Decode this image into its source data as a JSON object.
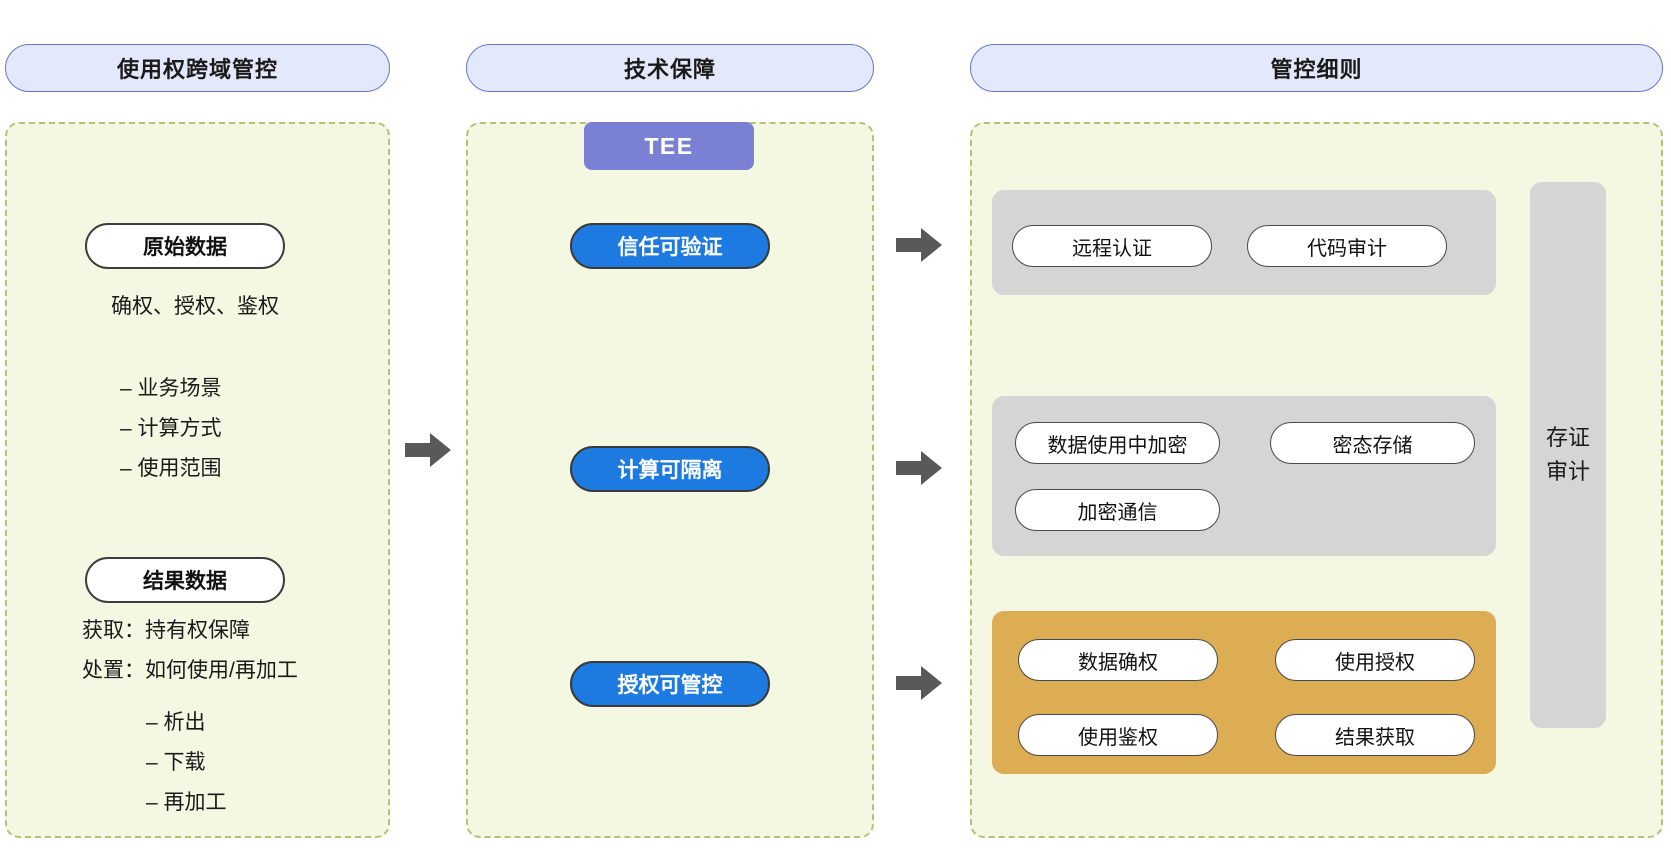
{
  "columns": {
    "left_header": "使用权跨域管控",
    "mid_header": "技术保障",
    "right_header": "管控细则"
  },
  "left_panel": {
    "raw_data_pill": "原始数据",
    "rights_line": "确权、授权、鉴权",
    "raw_bullets": [
      "– 业务场景",
      "– 计算方式",
      "– 使用范围"
    ],
    "result_data_pill": "结果数据",
    "acquire_line": "获取：持有权保障",
    "dispose_line": "处置：如何使用/再加工",
    "result_bullets": [
      "– 析出",
      "– 下载",
      "– 再加工"
    ]
  },
  "mid_panel": {
    "tee_badge": "TEE",
    "pills": [
      "信任可验证",
      "计算可隔离",
      "授权可管控"
    ]
  },
  "right_panel": {
    "groups": [
      {
        "name": "trust-group",
        "color": "#d5d5d5",
        "chips": [
          "远程认证",
          "代码审计"
        ]
      },
      {
        "name": "isolation-group",
        "color": "#d5d5d5",
        "chips": [
          "数据使用中加密",
          "密态存储",
          "加密通信"
        ]
      },
      {
        "name": "authorization-group",
        "color": "#dcad52",
        "chips": [
          "数据确权",
          "使用授权",
          "使用鉴权",
          "结果获取"
        ]
      }
    ],
    "audit_box": {
      "line1": "存证",
      "line2": "审计"
    }
  },
  "arrows": {
    "main": "arrow-right-icon",
    "detail_1": "arrow-right-icon",
    "detail_2": "arrow-right-icon",
    "detail_3": "arrow-right-icon"
  },
  "colors": {
    "header_fill": "#e4e8fb",
    "header_border": "#6a74c9",
    "panel_fill": "#f4f7e2",
    "panel_border": "#b5c07a",
    "blue_pill": "#1c7ae0",
    "tee_purple": "#7a80d4",
    "group_gray": "#d5d5d5",
    "group_gold": "#dcad52",
    "arrow_gray": "#595959"
  }
}
